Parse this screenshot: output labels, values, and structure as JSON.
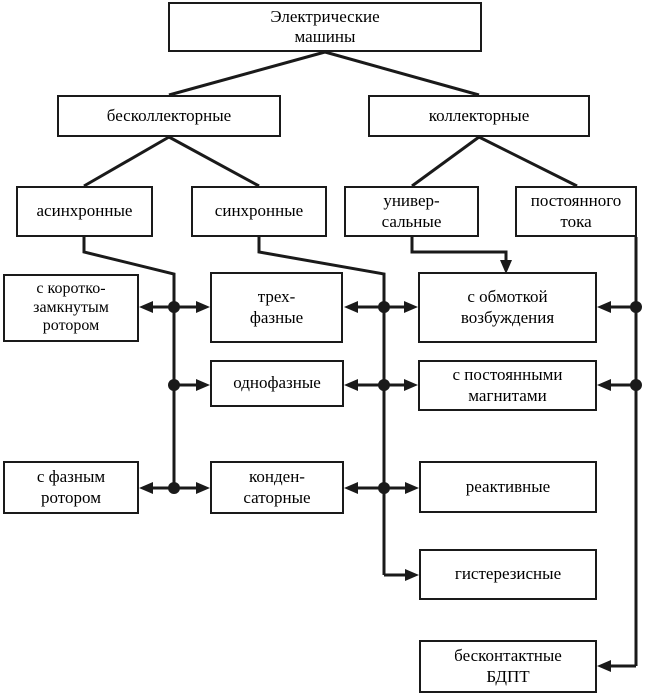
{
  "diagram": {
    "title_text": "Электрические машины",
    "language": "ru",
    "type": "hierarchy-classification-tree",
    "line_color": "#1a1a1a",
    "background_color": "#ffffff",
    "nodes": {
      "root": "Электрические\nмашины",
      "brushless": "бесколлекторные",
      "brushed": "коллекторные",
      "async": "асинхронные",
      "sync": "синхронные",
      "universal": "универ-\nсальные",
      "dc": "постоянного\nтока",
      "squirrel_cage": "с коротко-\nзамкнутым\nротором",
      "three_phase": "трех-\nфазные",
      "field_winding": "с обмоткой\nвозбуждения",
      "single_phase": "однофазные",
      "permanent_magnet": "с постоянными\nмагнитами",
      "wound_rotor": "с фазным\nротором",
      "capacitor": "конден-\nсаторные",
      "reactive": "реактивные",
      "hysteresis": "гистерезисные",
      "brushless_dc": "бесконтактные\nБДПТ"
    },
    "levels": [
      [
        "root"
      ],
      [
        "brushless",
        "brushed"
      ],
      [
        "async",
        "sync",
        "universal",
        "dc"
      ],
      [
        "squirrel_cage",
        "three_phase",
        "field_winding"
      ],
      [
        "single_phase",
        "permanent_magnet"
      ],
      [
        "wound_rotor",
        "capacitor",
        "reactive"
      ],
      [
        "hysteresis"
      ],
      [
        "brushless_dc"
      ]
    ],
    "edges": [
      {
        "from": "root",
        "to": "brushless",
        "style": "plain"
      },
      {
        "from": "root",
        "to": "brushed",
        "style": "plain"
      },
      {
        "from": "brushless",
        "to": "async",
        "style": "plain"
      },
      {
        "from": "brushless",
        "to": "sync",
        "style": "plain"
      },
      {
        "from": "brushed",
        "to": "universal",
        "style": "plain"
      },
      {
        "from": "brushed",
        "to": "dc",
        "style": "plain"
      },
      {
        "from": "async",
        "to": "bus-left",
        "style": "elbow"
      },
      {
        "from": "sync",
        "to": "bus-mid",
        "style": "elbow"
      },
      {
        "from": "universal",
        "to": "field_winding",
        "style": "arrow"
      },
      {
        "from": "dc",
        "to": "bus-right",
        "style": "elbow"
      },
      {
        "from": "bus-left",
        "to": "squirrel_cage",
        "style": "double-arrow"
      },
      {
        "from": "bus-left",
        "to": "three_phase",
        "style": "double-arrow"
      },
      {
        "from": "bus-left",
        "to": "single_phase",
        "style": "arrow"
      },
      {
        "from": "bus-left",
        "to": "wound_rotor",
        "style": "double-arrow"
      },
      {
        "from": "bus-left",
        "to": "capacitor",
        "style": "double-arrow"
      },
      {
        "from": "bus-mid",
        "to": "three_phase",
        "style": "double-arrow"
      },
      {
        "from": "bus-mid",
        "to": "field_winding",
        "style": "double-arrow"
      },
      {
        "from": "bus-mid",
        "to": "single_phase",
        "style": "double-arrow"
      },
      {
        "from": "bus-mid",
        "to": "permanent_magnet",
        "style": "double-arrow"
      },
      {
        "from": "bus-mid",
        "to": "capacitor",
        "style": "double-arrow"
      },
      {
        "from": "bus-mid",
        "to": "reactive",
        "style": "arrow"
      },
      {
        "from": "bus-mid",
        "to": "hysteresis",
        "style": "arrow"
      },
      {
        "from": "bus-right",
        "to": "field_winding",
        "style": "arrow"
      },
      {
        "from": "bus-right",
        "to": "permanent_magnet",
        "style": "arrow"
      },
      {
        "from": "bus-right",
        "to": "brushless_dc",
        "style": "arrow"
      }
    ]
  }
}
